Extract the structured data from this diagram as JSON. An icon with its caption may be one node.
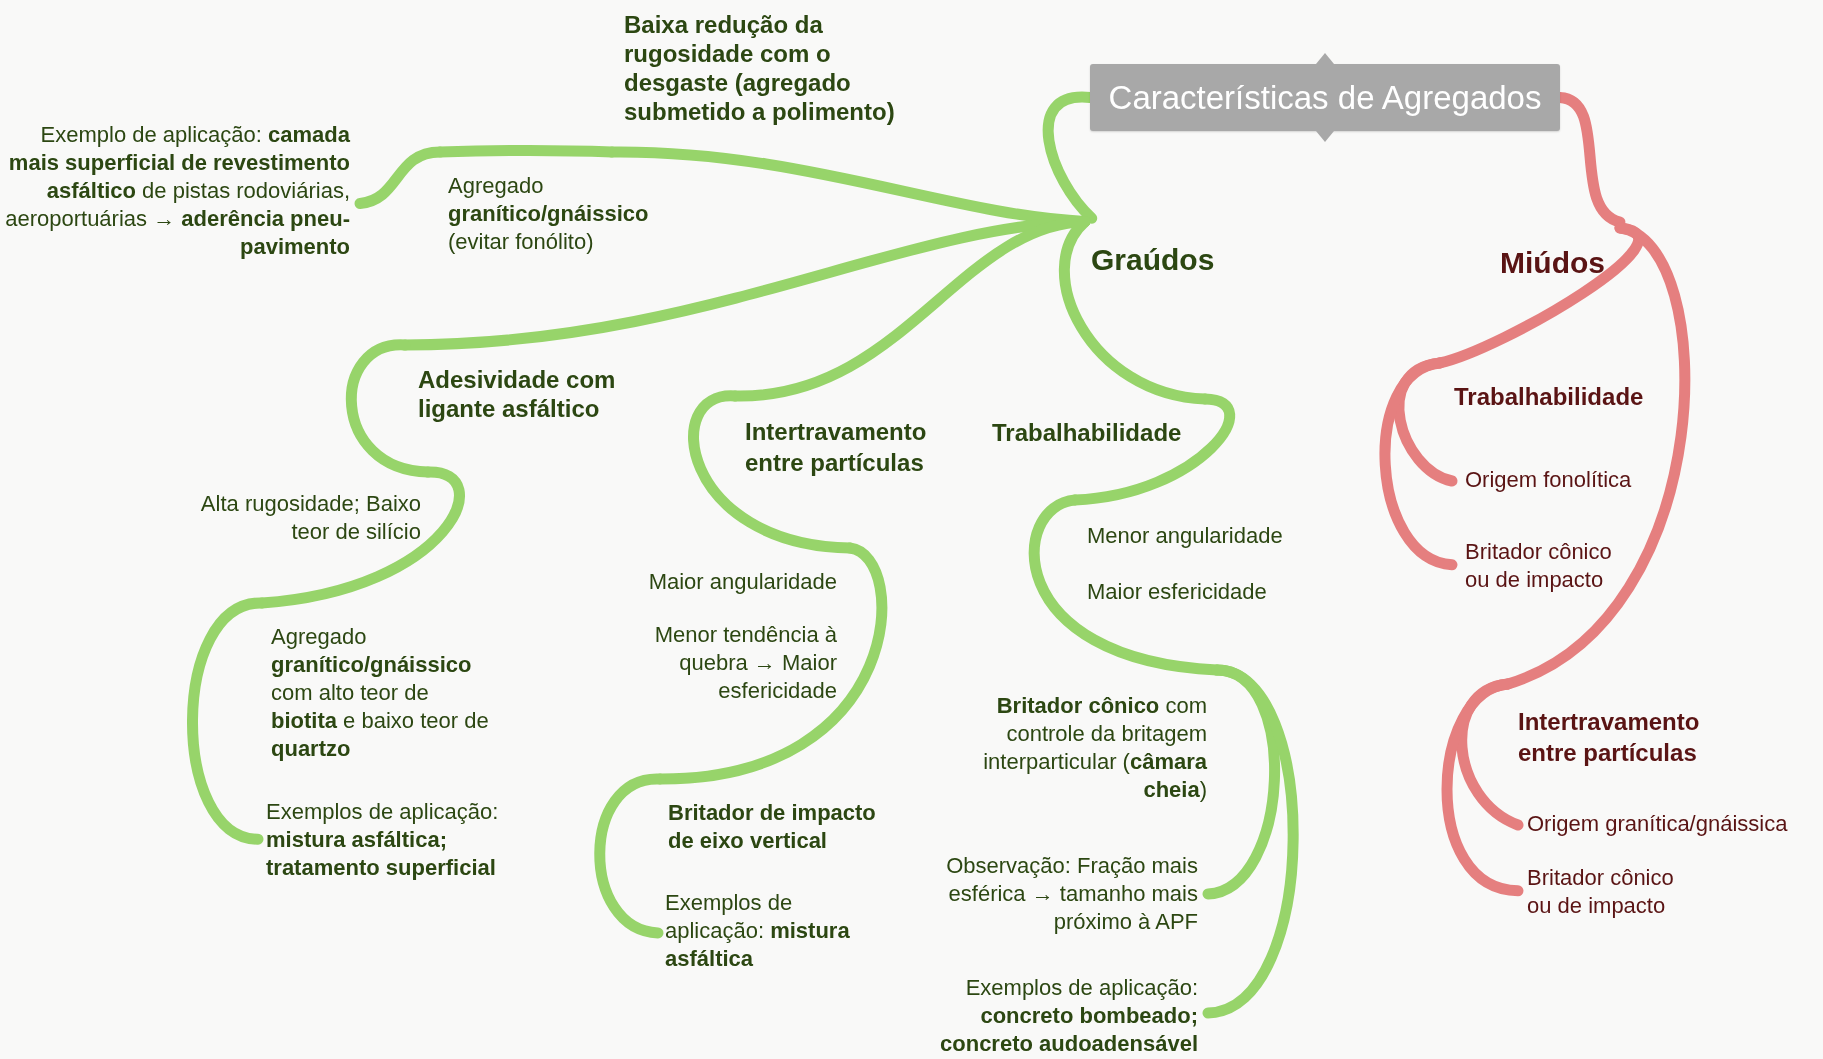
{
  "diagram": {
    "nodes": [
      {
        "text": [
          "Características de Agregados"
        ]
      },
      {
        "text": [
          "Graúdos"
        ]
      },
      {
        "text": [
          "Miúdos"
        ]
      },
      {
        "text": [
          "Baixa redução da rugosidade com o desgaste (agregado submetido a polimento)"
        ]
      },
      {
        "text": [
          "Agregado **granítico/gnáissico** (evitar fonólito)"
        ]
      },
      {
        "text": [
          "Exemplo de aplicação: **camada mais superficial de revestimento asfáltico** de pistas rodoviárias, aeroportuárias → **aderência pneu-pavimento**"
        ]
      },
      {
        "text": [
          "Adesividade com ligante asfáltico"
        ]
      },
      {
        "text": [
          "Alta rugosidade; Baixo teor de silício"
        ]
      },
      {
        "text": [
          "Agregado **granítico/gnáissico** com alto teor de **biotita** e baixo teor de **quartzo**"
        ]
      },
      {
        "text": [
          "Exemplos de aplicação: **mistura asfáltica; tratamento superficial**"
        ]
      },
      {
        "text": [
          "Intertravamento entre partículas"
        ]
      },
      {
        "text": [
          "Maior angularidade",
          "Menor tendência à quebra → Maior esfericidade"
        ]
      },
      {
        "text": [
          "Britador de impacto de eixo vertical"
        ]
      },
      {
        "text": [
          "Exemplos de aplicação: **mistura asfáltica**"
        ]
      },
      {
        "text": [
          "Trabalhabilidade"
        ]
      },
      {
        "text": [
          "Menor angularidade",
          "Maior esfericidade"
        ]
      },
      {
        "text": [
          "**Britador cônico** com controle da britagem interparticular (**câmara cheia**)"
        ]
      },
      {
        "text": [
          "Observação: Fração mais esférica → tamanho mais próximo à APF"
        ]
      },
      {
        "text": [
          "Exemplos de aplicação: **concreto bombeado; concreto audoadensável**"
        ]
      },
      {
        "text": [
          "Trabalhabilidade"
        ]
      },
      {
        "text": [
          "Origem fonolítica"
        ]
      },
      {
        "text": [
          "Britador cônico ou de impacto"
        ]
      },
      {
        "text": [
          "Intertravamento entre partículas"
        ]
      },
      {
        "text": [
          "Origem granítica/gnáissica"
        ]
      },
      {
        "text": [
          "Britador cônico ou de impacto"
        ]
      }
    ],
    "edges": [
      {
        "from": 0,
        "to": 1,
        "arrow": "none"
      },
      {
        "from": 0,
        "to": 2,
        "arrow": "none",
        "color": "#e57f7f"
      },
      {
        "from": 1,
        "to": 3,
        "arrow": "none"
      },
      {
        "from": 3,
        "to": 4,
        "arrow": "none"
      },
      {
        "from": 4,
        "to": 5,
        "arrow": "none"
      },
      {
        "from": 1,
        "to": 6,
        "arrow": "none"
      },
      {
        "from": 6,
        "to": 7,
        "arrow": "none"
      },
      {
        "from": 7,
        "to": 8,
        "arrow": "none"
      },
      {
        "from": 8,
        "to": 9,
        "arrow": "none"
      },
      {
        "from": 1,
        "to": 10,
        "arrow": "none"
      },
      {
        "from": 10,
        "to": 11,
        "arrow": "none"
      },
      {
        "from": 11,
        "to": 12,
        "arrow": "none"
      },
      {
        "from": 12,
        "to": 13,
        "arrow": "none"
      },
      {
        "from": 1,
        "to": 14,
        "arrow": "none"
      },
      {
        "from": 14,
        "to": 15,
        "arrow": "none"
      },
      {
        "from": 15,
        "to": 16,
        "arrow": "none"
      },
      {
        "from": 16,
        "to": 17,
        "arrow": "none"
      },
      {
        "from": 16,
        "to": 18,
        "arrow": "none"
      },
      {
        "from": 2,
        "to": 19,
        "arrow": "none",
        "color": "#e57f7f"
      },
      {
        "from": 19,
        "to": 20,
        "arrow": "none",
        "color": "#e57f7f"
      },
      {
        "from": 19,
        "to": 21,
        "arrow": "none",
        "color": "#e57f7f"
      },
      {
        "from": 2,
        "to": 22,
        "arrow": "none",
        "color": "#e57f7f"
      },
      {
        "from": 22,
        "to": 23,
        "arrow": "none",
        "color": "#e57f7f"
      },
      {
        "from": 22,
        "to": 24,
        "arrow": "none",
        "color": "#e57f7f"
      }
    ]
  }
}
